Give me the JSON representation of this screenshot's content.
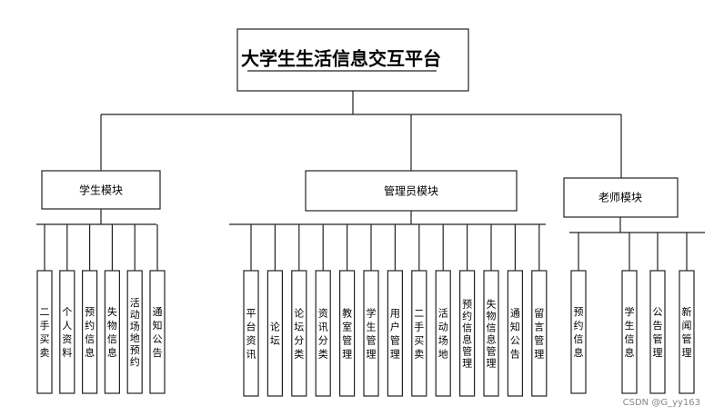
{
  "title": "大学生生活信息交互平台",
  "modules": {
    "student": {
      "label": "学生模块",
      "items": [
        "二手买卖",
        "个人资料",
        "预约信息",
        "失物信息",
        "活动场地预约",
        "通知公告"
      ]
    },
    "admin": {
      "label": "管理员模块",
      "items": [
        "平台资讯",
        "论坛",
        "论坛分类",
        "资讯分类",
        "教室管理",
        "学生管理",
        "用户管理",
        "二手买卖",
        "活动场地",
        "预约信息管理",
        "失物信息管理",
        "通知公告",
        "留言管理"
      ]
    },
    "teacher": {
      "label": "老师模块",
      "items": [
        "预约信息",
        "学生信息",
        "公告管理",
        "新闻管理"
      ]
    }
  },
  "watermark": "CSDN @G_yy163"
}
